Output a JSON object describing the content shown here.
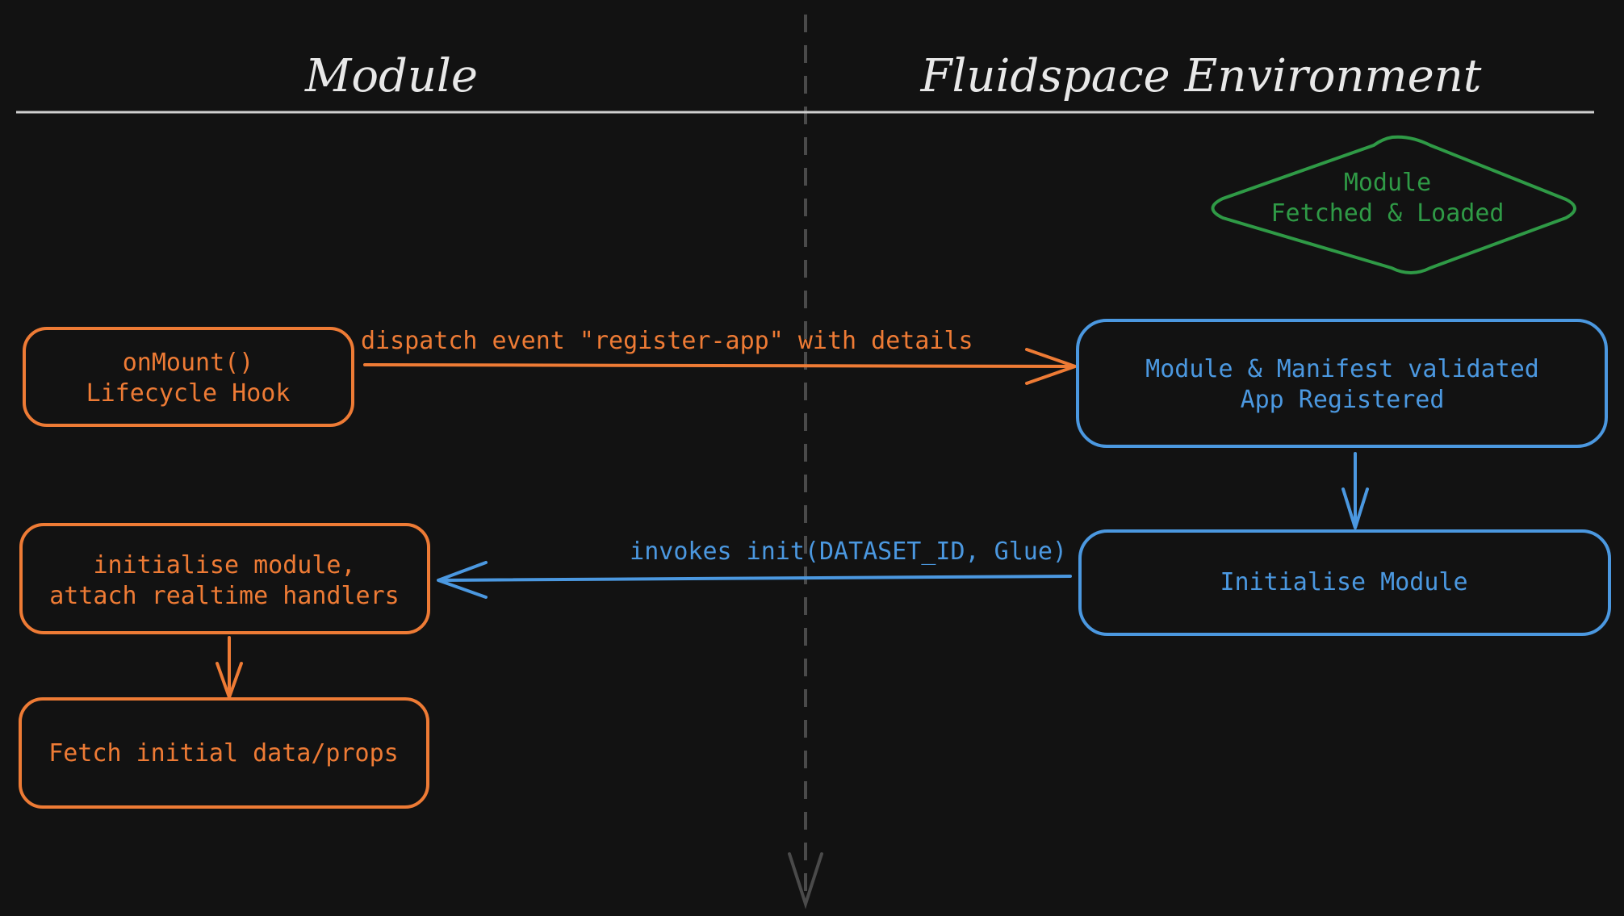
{
  "colors": {
    "background": "#121212",
    "header_text": "#e8e8e8",
    "divider": "#d0d0d0",
    "lane_separator": "#4a4a4a",
    "module_orange": "#ee7b35",
    "env_blue": "#4b98e0",
    "start_green": "#2f9a46"
  },
  "lanes": {
    "left_title": "Module",
    "right_title": "Fluidspace Environment"
  },
  "nodes": {
    "start": {
      "line1": "Module",
      "line2": "Fetched & Loaded",
      "shape": "diamond",
      "color": "start_green"
    },
    "on_mount": {
      "line1": "onMount()",
      "line2": "Lifecycle Hook",
      "color": "module_orange"
    },
    "validated": {
      "line1": "Module & Manifest validated",
      "line2": "App Registered",
      "color": "env_blue"
    },
    "init_module": {
      "line1": "Initialise Module",
      "color": "env_blue"
    },
    "init_handlers": {
      "line1": "initialise module,",
      "line2": "attach realtime handlers",
      "color": "module_orange"
    },
    "fetch": {
      "line1": "Fetch initial data/props",
      "color": "module_orange"
    }
  },
  "edges": {
    "register": {
      "label": "dispatch event \"register-app\" with details",
      "from": "on_mount",
      "to": "validated"
    },
    "validated_to_init": {
      "label": "",
      "from": "validated",
      "to": "init_module"
    },
    "invoke_init": {
      "label": "invokes init(DATASET_ID, Glue)",
      "from": "init_module",
      "to": "init_handlers"
    },
    "handlers_to_fetch": {
      "label": "",
      "from": "init_handlers",
      "to": "fetch"
    }
  }
}
